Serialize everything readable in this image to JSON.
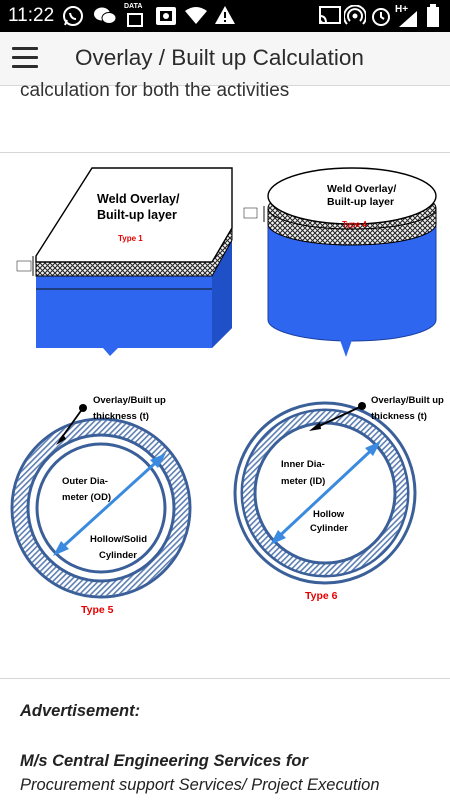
{
  "status_bar": {
    "time": "11:22",
    "network_label": "H+",
    "data_label": "DATA",
    "icons": [
      "whatsapp-icon",
      "wechat-icon",
      "data-icon",
      "gallery-icon",
      "wifi-icon",
      "warning-icon",
      "cast-icon",
      "hotspot-icon",
      "alarm-icon",
      "signal-icon",
      "battery-icon"
    ]
  },
  "app_bar": {
    "title": "Overlay / Built up Calculation",
    "menu_icon": "hamburger-menu-icon"
  },
  "content": {
    "intro_text": "calculation for both the activities"
  },
  "figure": {
    "type1": {
      "label_line1": "Weld Overlay/",
      "label_line2": "Built-up layer",
      "type_label": "Type 1"
    },
    "type4": {
      "label_line1": "Weld Overlay/",
      "label_line2": "Built-up layer",
      "type_label": "Type 4"
    },
    "type5": {
      "overlay_line1": "Overlay/Built  up",
      "overlay_line2": "thickness (t)",
      "od_line1": "Outer Dia-",
      "od_line2": "meter (OD)",
      "cyl_line1": "Hollow/Solid",
      "cyl_line2": "Cylinder",
      "type_label": "Type 5"
    },
    "type6": {
      "overlay_line1": "Overlay/Built  up",
      "overlay_line2": "thickness (t)",
      "id_line1": "Inner  Dia-",
      "id_line2": "meter (ID)",
      "cyl_line1": "Hollow",
      "cyl_line2": "Cylinder",
      "type_label": "Type 6"
    },
    "colors": {
      "blue": "#2f66f0",
      "ring": "#3a5f99",
      "red": "#e60000"
    }
  },
  "advertisement": {
    "label": "Advertisement:",
    "company": "M/s Central Engineering Services for",
    "services": "Procurement support Services/ Project Execution"
  }
}
